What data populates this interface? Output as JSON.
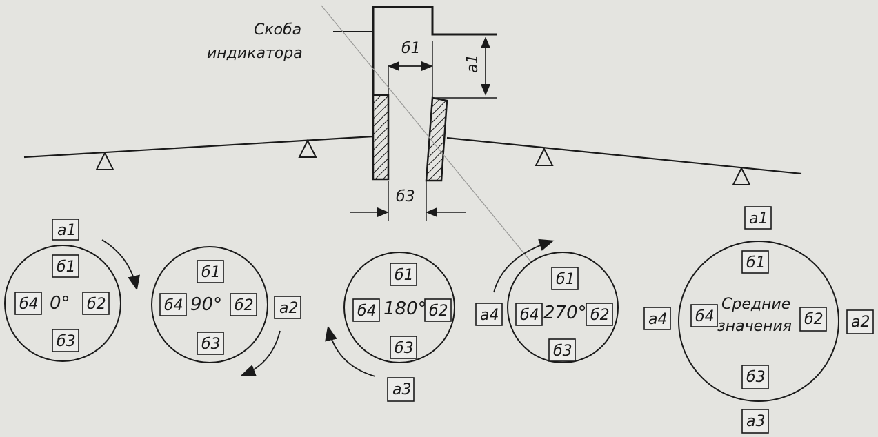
{
  "scale_title_line1": "Скоба",
  "scale_title_line2": "индикатора",
  "dim_labels": {
    "b1": "б1",
    "a1": "а1",
    "b3": "б3"
  },
  "circles": [
    {
      "angle": "0°",
      "top": "б1",
      "left": "б4",
      "right": "б2",
      "bottom": "б3",
      "outer": [
        "а1"
      ]
    },
    {
      "angle": "90°",
      "top": "б1",
      "left": "б4",
      "right": "б2",
      "bottom": "б3",
      "outer": [
        "а2"
      ]
    },
    {
      "angle": "180°",
      "top": "б1",
      "left": "б4",
      "right": "б2",
      "bottom": "б3",
      "outer": [
        "а3"
      ]
    },
    {
      "angle": "270°",
      "top": "б1",
      "left": "б4",
      "right": "б2",
      "bottom": "б3",
      "outer": [
        "а4"
      ]
    },
    {
      "angle_line1": "Средние",
      "angle_line2": "значения",
      "top": "б1",
      "left": "б4",
      "right": "б2",
      "bottom": "б3",
      "outer": [
        "а1",
        "а4",
        "а2",
        "а3"
      ]
    }
  ]
}
